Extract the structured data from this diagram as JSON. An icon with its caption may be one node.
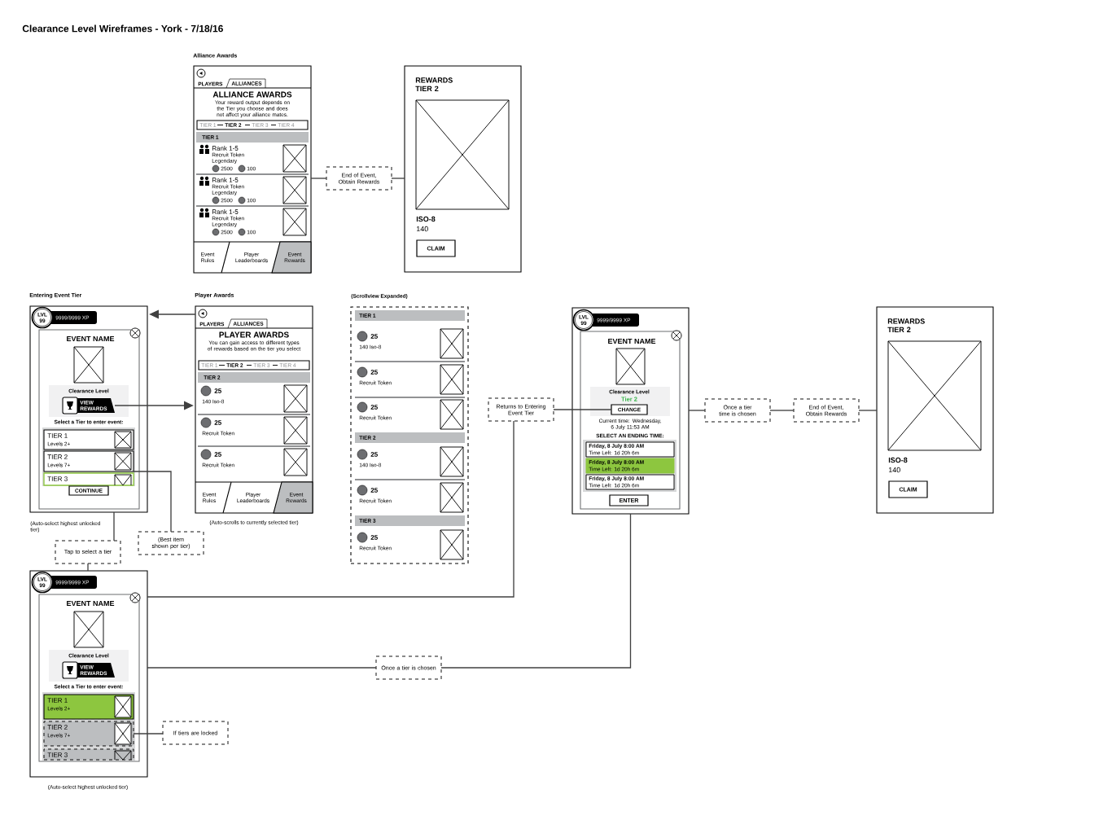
{
  "diagram": {
    "title": "Clearance Level Wireframes - York - 7/18/16",
    "nodes": [
      {
        "text": [
          "Alliance Awards",
          "PLAYERS",
          "ALLIANCES",
          "ALLIANCE AWARDS",
          "Your reward output depends on the Tier you choose and does not affect your alliance mates.",
          "TIER 1",
          "TIER 2",
          "TIER 3",
          "TIER 4",
          "TIER 1",
          "Rank 1-5",
          "Recruit Token",
          "Legendary",
          "2500",
          "100",
          "Rank 1-5",
          "Recruit Token",
          "Legendary",
          "2500",
          "100",
          "Rank 1-5",
          "Recruit Token",
          "Legendary",
          "2500",
          "100",
          "Event Rules",
          "Player Leaderboards",
          "Event Rewards"
        ]
      },
      {
        "text": [
          "End of Event, Obtain Rewards"
        ]
      },
      {
        "text": [
          "REWARDS TIER 2",
          "ISO-8",
          "140"
        ]
      },
      {
        "text": [
          "CLAIM"
        ],
        "in": 2
      },
      {
        "text": [
          "Entering Event Tier",
          "LVL 99",
          "9999/9999 XP",
          "EVENT NAME",
          "Clearance Level",
          "Select a Tier to enter event:"
        ],
        "beside": [
          "(Auto-select highest unlocked tier)"
        ]
      },
      {
        "text": [
          "VIEW REWARDS"
        ],
        "in": 4
      },
      {
        "text": [
          "TIER 1",
          "Levels 2+"
        ],
        "in": 4
      },
      {
        "text": [
          "TIER 2",
          "Levels 7+"
        ],
        "in": 4
      },
      {
        "text": [
          "TIER 3"
        ],
        "in": 4
      },
      {
        "text": [
          "CONTINUE"
        ],
        "in": 4
      },
      {
        "text": [
          "Player Awards",
          "PLAYERS",
          "ALLIANCES",
          "PLAYER AWARDS",
          "You can gain access to different types of rewards based on the tier you select",
          "TIER 1",
          "TIER 2",
          "TIER 3",
          "TIER 4",
          "TIER 2",
          "25",
          "140 Iso-8",
          "25",
          "Recruit Token",
          "25",
          "Recruit Token",
          "Event Rules",
          "Player Leaderboards",
          "Event Rewards"
        ],
        "beside": [
          "(Auto-scrolls to currently selected tier)"
        ]
      },
      {
        "text": [
          "(Scrollview Expanded)",
          "TIER 1",
          "25",
          "140 Iso-8",
          "25",
          "Recruit Token",
          "25",
          "Recruit Token",
          "TIER 2",
          "25",
          "140 Iso-8",
          "25",
          "Recruit Token",
          "TIER 3",
          "25",
          "Recruit Token"
        ]
      },
      {
        "text": [
          "Returns to Entering Event Tier"
        ]
      },
      {
        "text": [
          "LVL 99",
          "9999/9999 XP",
          "EVENT NAME",
          "Clearance Level",
          "Tier 2",
          "Current time: Wednesday, 6 July 11:53 AM",
          "SELECT AN ENDING TIME:",
          "Friday, 8 July 8:00 AM",
          "Time Left: 1d 20h 6m",
          "Friday, 8 July 8:00 AM",
          "Time Left: 1d 20h 6m",
          "Friday, 8 July 8:00 AM",
          "Time Left: 1d 20h 6m"
        ]
      },
      {
        "text": [
          "CHANGE"
        ],
        "in": 13
      },
      {
        "text": [
          "ENTER"
        ],
        "in": 13
      },
      {
        "text": [
          "Once a tier time is chosen"
        ]
      },
      {
        "text": [
          "End of Event, Obtain Rewards"
        ]
      },
      {
        "text": [
          "REWARDS TIER 2",
          "ISO-8",
          "140"
        ]
      },
      {
        "text": [
          "CLAIM"
        ],
        "in": 18
      },
      {
        "text": [
          "(Best item shown per tier)"
        ]
      },
      {
        "text": [
          "Tap to select a tier"
        ]
      },
      {
        "text": [
          "LVL 99",
          "9999/9999 XP",
          "EVENT NAME",
          "Clearance Level",
          "Select a Tier to enter event:"
        ],
        "beside": [
          "(Auto-select highest unlocked tier)"
        ]
      },
      {
        "text": [
          "VIEW REWARDS"
        ],
        "in": 22
      },
      {
        "text": [
          "TIER 1",
          "Levels 2+"
        ],
        "in": 22
      },
      {
        "text": [
          "TIER 2",
          "Levels 7+"
        ],
        "in": 22
      },
      {
        "text": [
          "TIER 3"
        ],
        "in": 22
      },
      {
        "text": [
          "If tiers are locked"
        ]
      },
      {
        "text": [
          "Once a tier is chosen"
        ]
      }
    ],
    "edges": [
      {
        "from": 0,
        "to": 1,
        "arrow": "none"
      },
      {
        "from": 1,
        "to": 2,
        "arrow": "none"
      },
      {
        "from": 10,
        "to": 4,
        "arrow": "to"
      },
      {
        "from": 5,
        "to": 10,
        "arrow": "to"
      },
      {
        "from": 7,
        "to": 20,
        "arrow": "none"
      },
      {
        "from": 4,
        "to": 21,
        "arrow": "none"
      },
      {
        "from": 21,
        "to": 22,
        "arrow": "none"
      },
      {
        "from": 12,
        "to": 14,
        "arrow": "none"
      },
      {
        "from": 12,
        "to": 22,
        "arrow": "none"
      },
      {
        "from": 22,
        "to": 28,
        "arrow": "none"
      },
      {
        "from": 28,
        "to": 13,
        "arrow": "none"
      },
      {
        "from": 13,
        "to": 16,
        "arrow": "none"
      },
      {
        "from": 16,
        "to": 17,
        "arrow": "none"
      },
      {
        "from": 17,
        "to": 18,
        "arrow": "none"
      },
      {
        "from": 25,
        "to": 27,
        "arrow": "none"
      }
    ]
  }
}
